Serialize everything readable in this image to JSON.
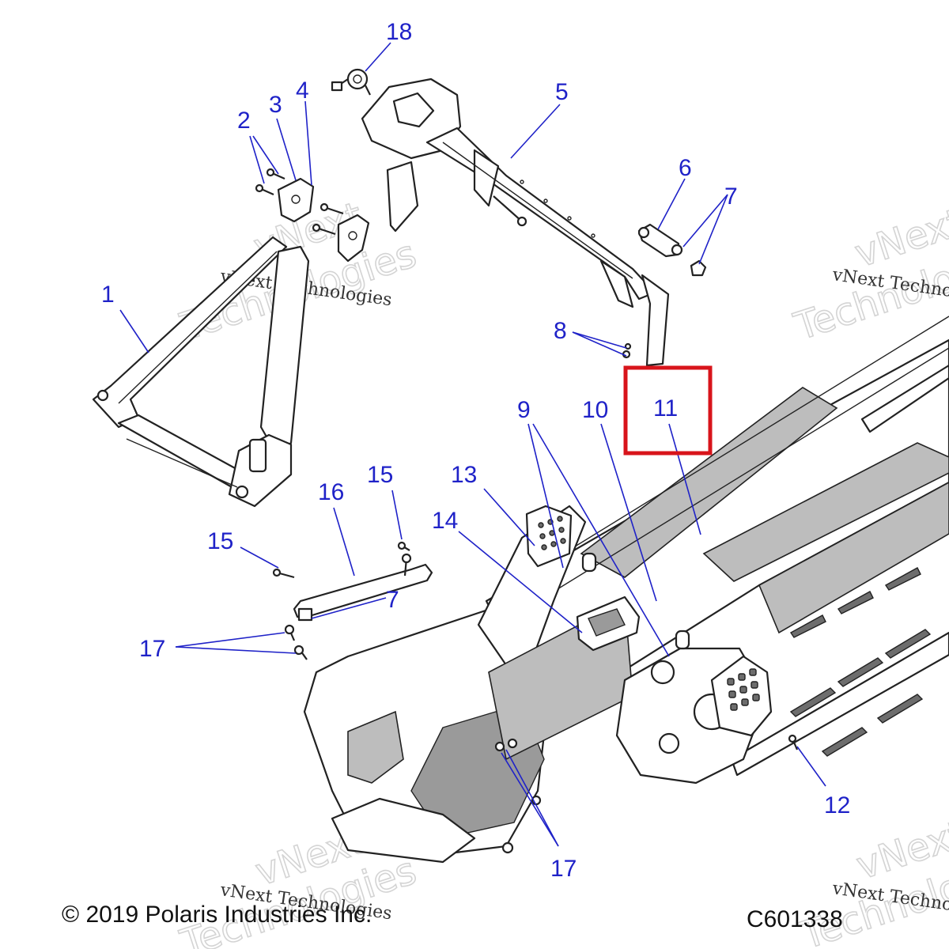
{
  "callouts": [
    "1",
    "2",
    "3",
    "4",
    "5",
    "6",
    "7",
    "8",
    "9",
    "10",
    "11",
    "12",
    "13",
    "14",
    "15",
    "16",
    "17",
    "18"
  ],
  "watermark": {
    "line": "vNext Technologies",
    "word_top": "vNext",
    "word_bottom": "Technologies",
    "partial_right_line": "vNext Techno",
    "partial_right_word": "Technolo"
  },
  "footer": {
    "copyright": "© 2019 Polaris Industries Inc.",
    "diagram_code": "C601338"
  },
  "highlight": {
    "callout": "11",
    "color": "#d8141b"
  },
  "colors": {
    "callout": "#1f22c8",
    "line": "#222222"
  }
}
